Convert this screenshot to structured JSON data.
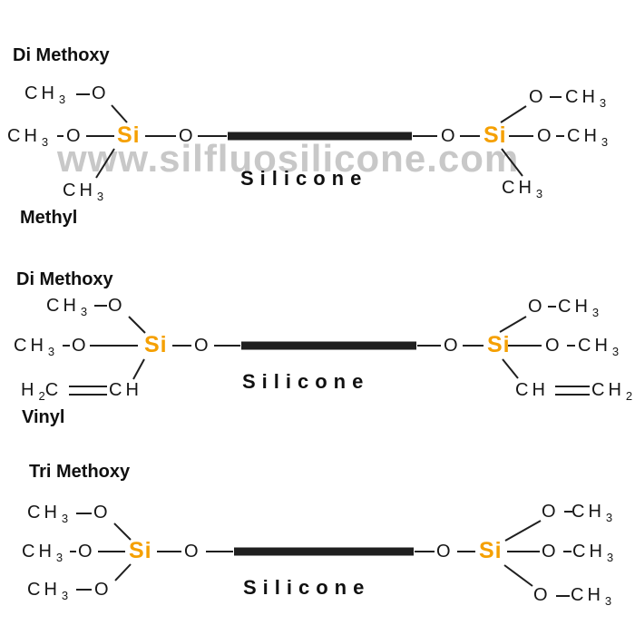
{
  "watermark": {
    "text": "www.silfluosilicone.com",
    "color": "#c8c8c8"
  },
  "colors": {
    "silicon": "#f5a002",
    "bond": "#1f1f1f",
    "text": "#161616",
    "background": "#ffffff"
  },
  "atoms": {
    "ch": "CH",
    "o": "O",
    "si": "Si",
    "h": "H",
    "c": "C",
    "sub2": "2",
    "sub3": "3"
  },
  "structures": [
    {
      "title": "Di Methoxy",
      "end_group_label": "Methyl",
      "backbone_label": "Silicone"
    },
    {
      "title": "Di Methoxy",
      "end_group_label": "Vinyl",
      "backbone_label": "Silicone"
    },
    {
      "title": "Tri Methoxy",
      "end_group_label": "",
      "backbone_label": "Silicone"
    }
  ]
}
